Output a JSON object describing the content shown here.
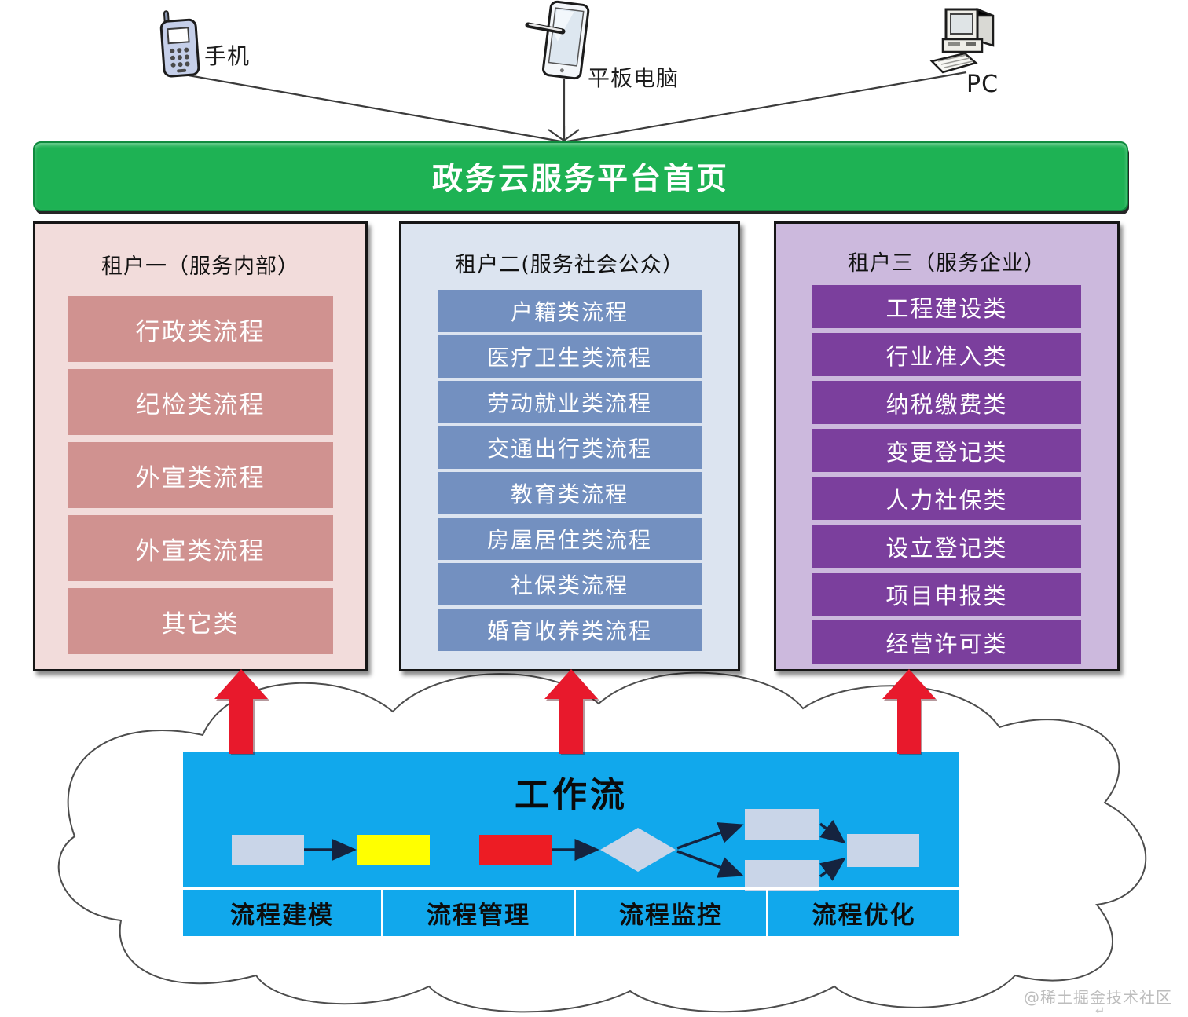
{
  "devices": [
    {
      "label": "手机",
      "icon": "mobile-phone-icon"
    },
    {
      "label": "平板电脑",
      "icon": "tablet-icon"
    },
    {
      "label": "PC",
      "icon": "pc-icon"
    }
  ],
  "banner": {
    "title": "政务云服务平台首页",
    "color": "#1eb254"
  },
  "tenants": [
    {
      "title": "租户一（服务内部）",
      "bg": "#f2dcdb",
      "item_bg": "#d09290",
      "items": [
        "行政类流程",
        "纪检类流程",
        "外宣类流程",
        "外宣类流程",
        "其它类"
      ]
    },
    {
      "title": "租户二(服务社会公众）",
      "bg": "#dce4f0",
      "item_bg": "#7390c0",
      "items": [
        "户籍类流程",
        "医疗卫生类流程",
        "劳动就业类流程",
        "交通出行类流程",
        "教育类流程",
        "房屋居住类流程",
        "社保类流程",
        "婚育收养类流程"
      ]
    },
    {
      "title": "租户三（服务企业）",
      "bg": "#ccb9dd",
      "item_bg": "#7b3f9d",
      "items": [
        "工程建设类",
        "行业准入类",
        "纳税缴费类",
        "变更登记类",
        "人力社保类",
        "设立登记类",
        "项目申报类",
        "经营许可类"
      ]
    }
  ],
  "workflow": {
    "title": "工作流",
    "bg": "#11a8ec",
    "labels": [
      "流程建模",
      "流程管理",
      "流程监控",
      "流程优化"
    ],
    "flow_shapes": {
      "start": "#c9d5e8",
      "step": "#ffff00",
      "task": "#ed1c24",
      "decision": "#c9d5e8",
      "branch_top": "#c9d5e8",
      "branch_bottom": "#c9d5e8",
      "end": "#c9d5e8"
    }
  },
  "colors": {
    "arrow_red": "#e8192c",
    "cloud_stroke": "#4d4d4d",
    "connector_line": "#3b3b3b",
    "flow_arrow": "#15233f"
  },
  "watermark": "@稀土掘金技术社区",
  "return_mark": "↵"
}
